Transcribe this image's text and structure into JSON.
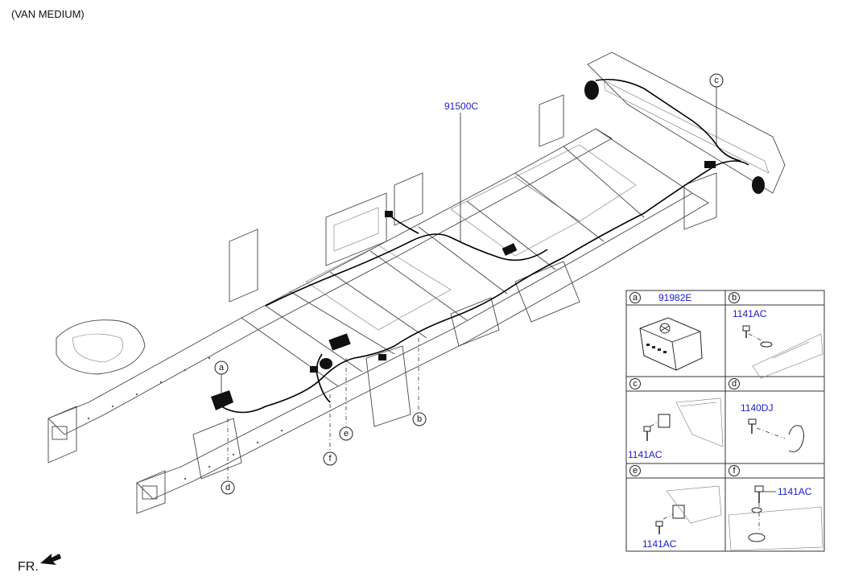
{
  "variant_label": "(VAN MEDIUM)",
  "main_part_number": "91500C",
  "direction_label": "FR.",
  "callouts": {
    "a": "a",
    "b": "b",
    "c": "c",
    "d": "d",
    "e": "e",
    "f": "f"
  },
  "legend": [
    {
      "letter": "a",
      "parts": [
        "91982E"
      ]
    },
    {
      "letter": "b",
      "parts": [
        "1141AC"
      ]
    },
    {
      "letter": "c",
      "parts": [
        "1141AC"
      ]
    },
    {
      "letter": "d",
      "parts": [
        "1140DJ"
      ]
    },
    {
      "letter": "e",
      "parts": [
        "1141AC"
      ]
    },
    {
      "letter": "f",
      "parts": [
        "1141AC"
      ]
    }
  ]
}
